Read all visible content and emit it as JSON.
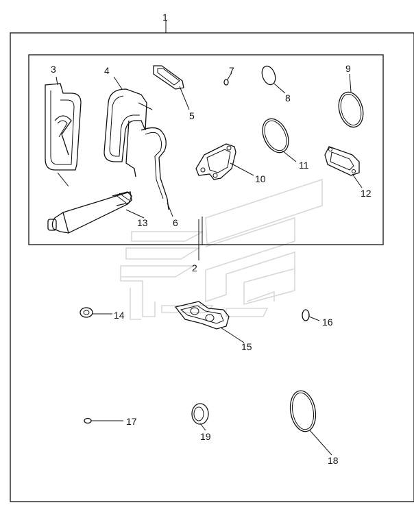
{
  "callouts": [
    {
      "id": "1",
      "label": "1"
    },
    {
      "id": "2",
      "label": "2"
    },
    {
      "id": "3",
      "label": "3"
    },
    {
      "id": "4",
      "label": "4"
    },
    {
      "id": "5",
      "label": "5"
    },
    {
      "id": "6",
      "label": "6"
    },
    {
      "id": "7",
      "label": "7"
    },
    {
      "id": "8",
      "label": "8"
    },
    {
      "id": "9",
      "label": "9"
    },
    {
      "id": "10",
      "label": "10"
    },
    {
      "id": "11",
      "label": "11"
    },
    {
      "id": "12",
      "label": "12"
    },
    {
      "id": "13",
      "label": "13"
    },
    {
      "id": "14",
      "label": "14"
    },
    {
      "id": "15",
      "label": "15"
    },
    {
      "id": "16",
      "label": "16"
    },
    {
      "id": "17",
      "label": "17"
    },
    {
      "id": "18",
      "label": "18"
    },
    {
      "id": "19",
      "label": "19"
    }
  ],
  "colors": {
    "line": "#111111",
    "watermark": "#d8d8d8",
    "background": "#ffffff"
  }
}
